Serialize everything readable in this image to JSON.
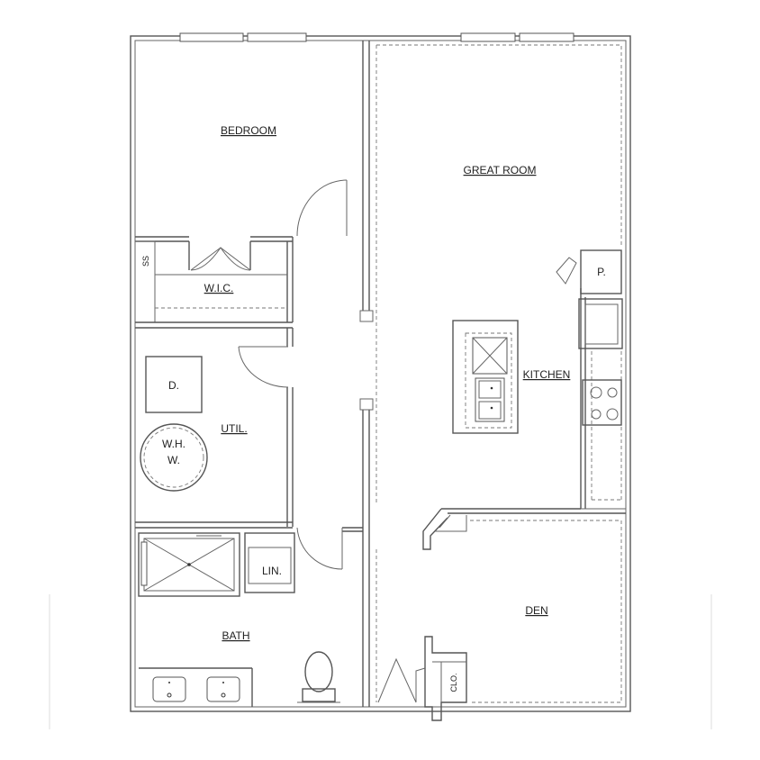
{
  "rooms": {
    "bedroom": "BEDROOM",
    "great_room": "GREAT ROOM",
    "kitchen": "KITCHEN",
    "den": "DEN",
    "bath": "BATH",
    "util": "UTIL.",
    "wic": "W.I.C."
  },
  "fixtures": {
    "pantry": "P.",
    "dryer": "D.",
    "water_heater_line1": "W.H.",
    "water_heater_line2": "W.",
    "linen": "LIN.",
    "shelf": "SS",
    "closet": "CLO."
  }
}
